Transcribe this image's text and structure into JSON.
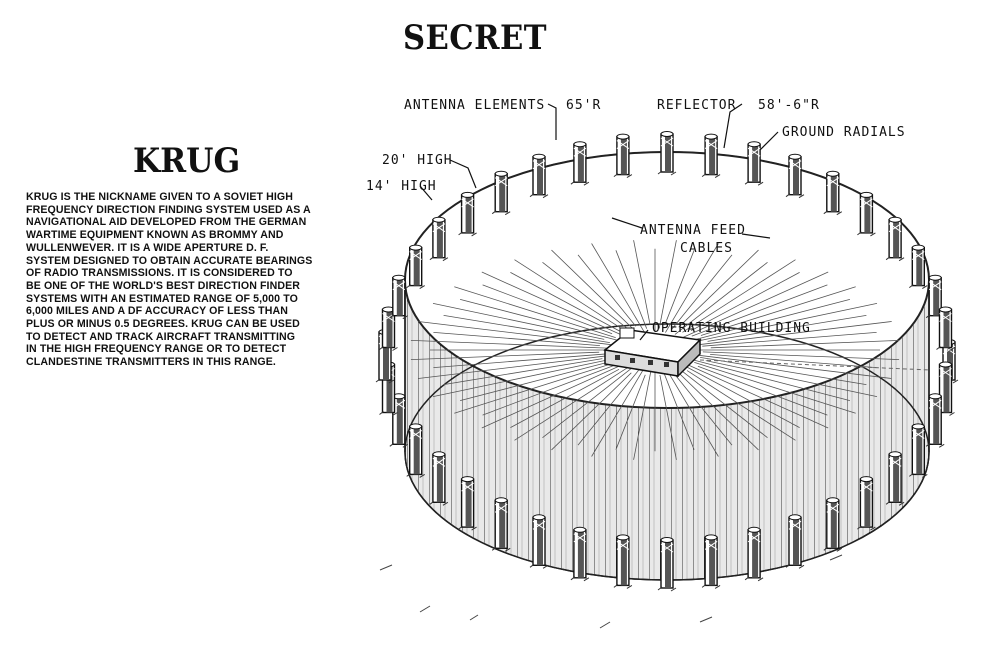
{
  "document": {
    "classification": "SECRET",
    "title": "KRUG",
    "body": "KRUG IS THE NICKNAME GIVEN TO A SOVIET HIGH\nFREQUENCY DIRECTION FINDING SYSTEM USED AS A\nNAVIGATIONAL AID DEVELOPED FROM THE GERMAN\nWARTIME EQUIPMENT KNOWN AS BROMMY AND\nWULLENWEVER.  IT IS A WIDE APERTURE D. F.\nSYSTEM DESIGNED TO OBTAIN ACCURATE BEARINGS\nOF RADIO TRANSMISSIONS.  IT IS CONSIDERED TO\nBE ONE OF THE WORLD'S BEST DIRECTION FINDER\nSYSTEMS WITH AN ESTIMATED RANGE OF 5,000 TO\n6,000 MILES AND A DF ACCURACY OF LESS THAN\nPLUS OR MINUS 0.5 DEGREES.  KRUG CAN BE USED\nTO DETECT AND TRACK AIRCRAFT TRANSMITTING\nIN THE HIGH FREQUENCY RANGE OR TO DETECT\nCLANDESTINE TRANSMITTERS IN THIS RANGE."
  },
  "diagram": {
    "labels": {
      "antenna_elements": "ANTENNA ELEMENTS",
      "antenna_radius": "65'R",
      "reflector": "REFLECTOR",
      "reflector_radius": "58'-6\"R",
      "ground_radials": "GROUND RADIALS",
      "high_20": "20' HIGH",
      "high_14": "14' HIGH",
      "feed_cables_1": "ANTENNA FEED",
      "feed_cables_2": "CABLES",
      "operating_building": "OPERATING BUILDING"
    },
    "antenna_count": 40
  }
}
